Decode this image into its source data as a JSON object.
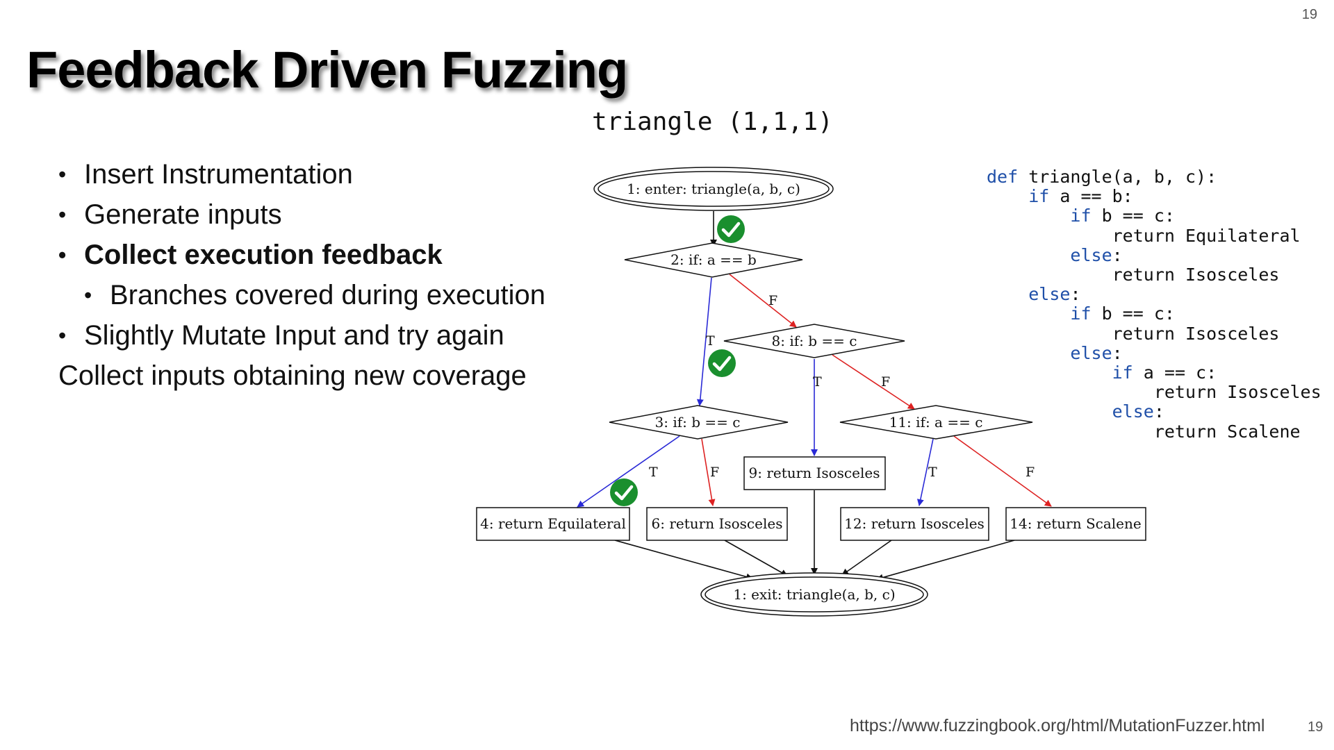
{
  "slide": {
    "title": "Feedback Driven Fuzzing",
    "page_number_top": "19",
    "page_number_bottom": "19",
    "footer_url": "https://www.fuzzingbook.org/html/MutationFuzzer.html"
  },
  "bullets": [
    {
      "text": "Insert Instrumentation",
      "level": 1,
      "bold": false
    },
    {
      "text": "Generate inputs",
      "level": 1,
      "bold": false
    },
    {
      "text": "Collect execution feedback",
      "level": 1,
      "bold": true
    },
    {
      "text": "Branches covered during execution",
      "level": 2,
      "bold": false
    },
    {
      "text": "Slightly Mutate Input and try again",
      "level": 1,
      "bold": false
    },
    {
      "text": "Collect inputs obtaining new coverage",
      "level": 0,
      "bold": false
    }
  ],
  "diagram": {
    "call_label": "triangle (1,1,1)",
    "nodes": {
      "enter": "1: enter: triangle(a, b, c)",
      "if_ab": "2: if: a == b",
      "if_bc_8": "8: if: b == c",
      "if_bc_3": "3: if: b == c",
      "if_ac_11": "11: if: a == c",
      "ret_iso_9": "9: return Isosceles",
      "ret_equi_4": "4: return Equilateral",
      "ret_iso_6": "6: return Isosceles",
      "ret_iso_12": "12: return Isosceles",
      "ret_scal_14": "14: return Scalene",
      "exit": "1: exit: triangle(a, b, c)"
    },
    "edge_labels": {
      "ab_true": "T",
      "ab_false": "F",
      "bc8_true": "T",
      "bc8_false": "F",
      "bc3_true": "T",
      "bc3_false": "F",
      "ac11_true": "T",
      "ac11_false": "F"
    },
    "colors": {
      "true_edge": "#2a2ad6",
      "false_edge": "#dd2222",
      "plain_edge": "#111111",
      "covered_check": "#1a8f2e",
      "code_keyword": "#1f4fa8"
    }
  },
  "code": {
    "lines": [
      {
        "indent": 0,
        "kw": "def",
        "rest": " triangle(a, b, c):"
      },
      {
        "indent": 1,
        "kw": "if",
        "rest": " a == b:"
      },
      {
        "indent": 2,
        "kw": "if",
        "rest": " b == c:"
      },
      {
        "indent": 3,
        "kw": "",
        "rest": "return Equilateral"
      },
      {
        "indent": 2,
        "kw": "else",
        "rest": ":"
      },
      {
        "indent": 3,
        "kw": "",
        "rest": "return Isosceles"
      },
      {
        "indent": 1,
        "kw": "else",
        "rest": ":"
      },
      {
        "indent": 2,
        "kw": "if",
        "rest": " b == c:"
      },
      {
        "indent": 3,
        "kw": "",
        "rest": "return Isosceles"
      },
      {
        "indent": 2,
        "kw": "else",
        "rest": ":"
      },
      {
        "indent": 3,
        "kw": "if",
        "rest": " a == c:"
      },
      {
        "indent": 4,
        "kw": "",
        "rest": "return Isosceles"
      },
      {
        "indent": 3,
        "kw": "else",
        "rest": ":"
      },
      {
        "indent": 4,
        "kw": "",
        "rest": "return Scalene"
      }
    ]
  }
}
